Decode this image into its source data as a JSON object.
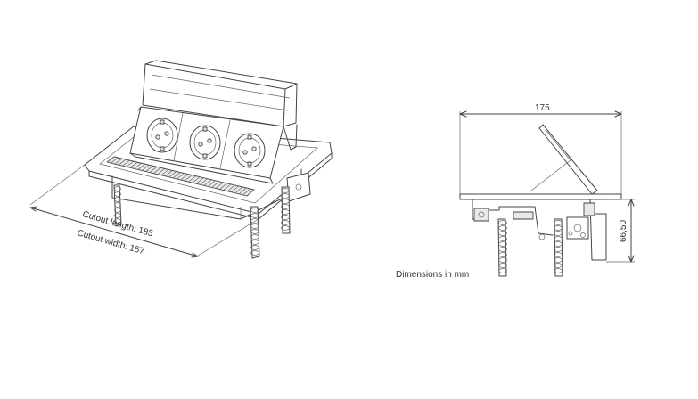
{
  "left_view": {
    "cutout_length_label": "Cutout length: 185",
    "cutout_width_label": "Cutout width: 157"
  },
  "right_view": {
    "width_dimension": "175",
    "height_dimension": "66,50"
  },
  "note": "Dimensions in mm"
}
